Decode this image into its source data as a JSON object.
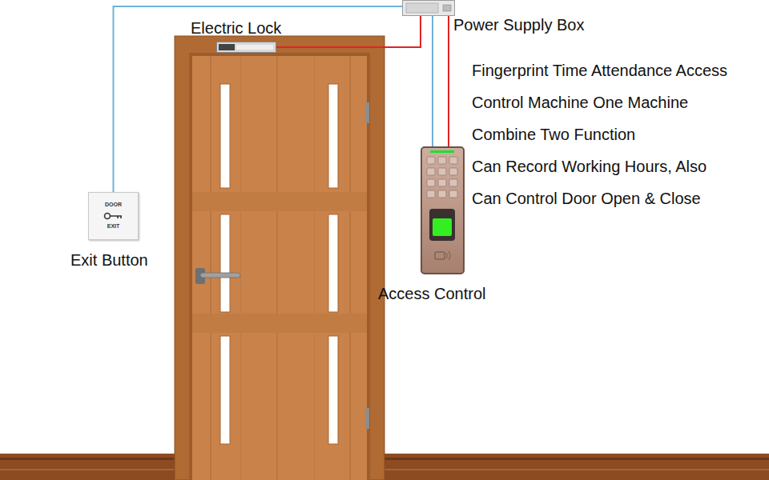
{
  "diagram": {
    "nodes": [
      {
        "text": [
          "Power Supply Box"
        ]
      },
      {
        "text": [
          "Electric Lock"
        ]
      },
      {
        "text": [
          "Access Control"
        ]
      },
      {
        "text": [
          "DOOR",
          "EXIT",
          "Exit Button"
        ]
      }
    ],
    "edges": [
      {
        "from": 3,
        "to": 0,
        "arrow": "none"
      },
      {
        "from": 1,
        "to": 0,
        "arrow": "none"
      },
      {
        "from": 2,
        "to": 0,
        "arrow": "none"
      },
      {
        "from": 2,
        "to": 0,
        "arrow": "none"
      }
    ],
    "labels": [
      "Fingerprint Time Attendance Access",
      "Control Machine One Machine",
      "Combine Two Function",
      "Can Record Working Hours, Also",
      "Can Control Door Open & Close"
    ]
  }
}
